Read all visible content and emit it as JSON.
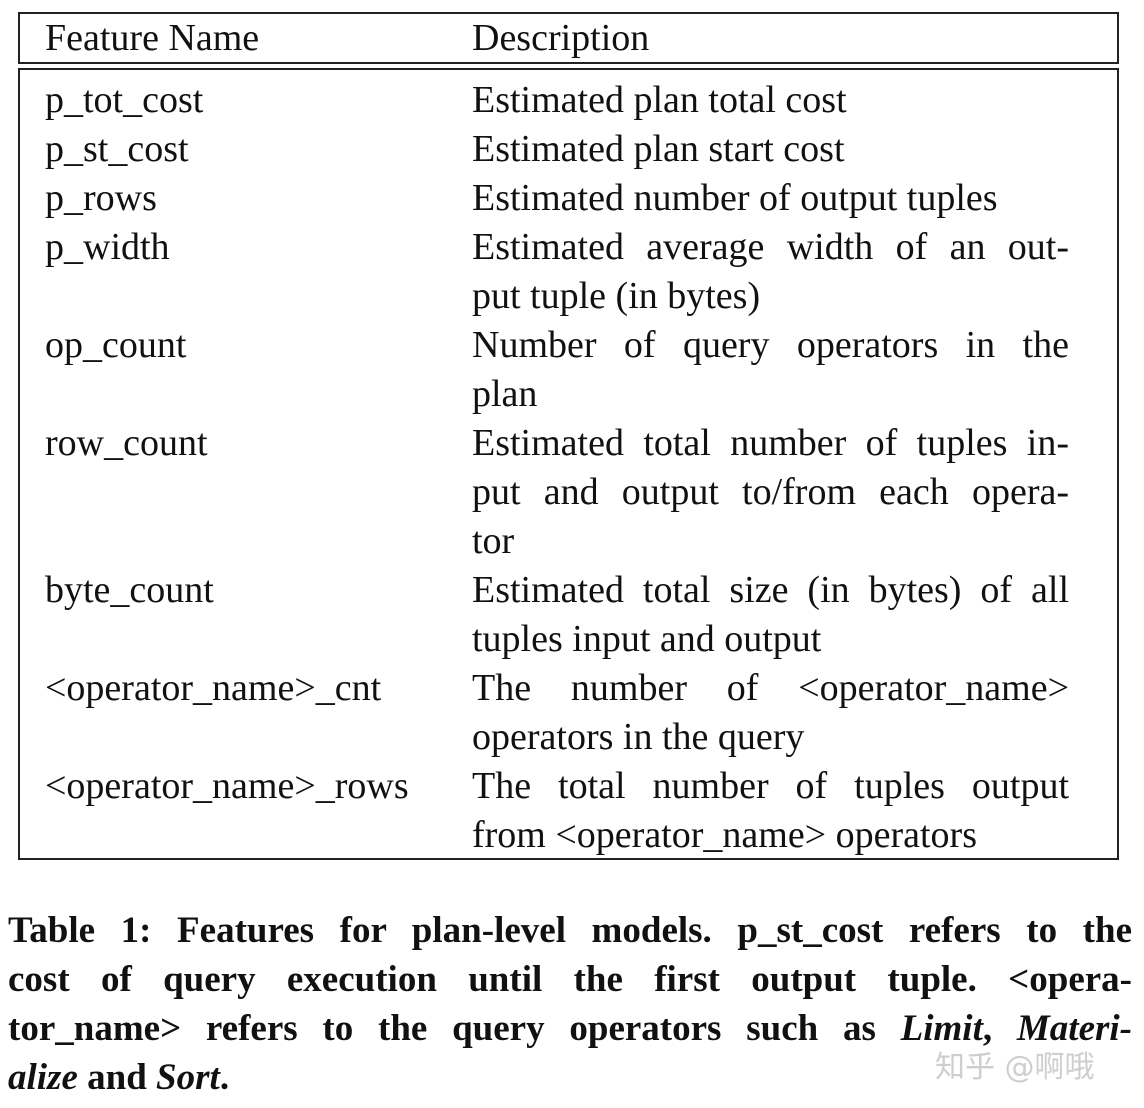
{
  "table": {
    "headers": [
      "Feature Name",
      "Description"
    ],
    "rows": [
      {
        "name": "p_tot_cost",
        "desc": [
          "Estimated plan total cost"
        ]
      },
      {
        "name": "p_st_cost",
        "desc": [
          "Estimated plan start cost"
        ]
      },
      {
        "name": "p_rows",
        "desc": [
          "Estimated number of output tuples"
        ]
      },
      {
        "name": "p_width",
        "desc": [
          "Estimated average width of an out-",
          "put tuple (in bytes)"
        ]
      },
      {
        "name": "op_count",
        "desc": [
          "Number of query operators in the",
          "plan"
        ]
      },
      {
        "name": "row_count",
        "desc": [
          "Estimated total number of tuples in-",
          "put and output to/from each opera-",
          "tor"
        ]
      },
      {
        "name": "byte_count",
        "desc": [
          "Estimated total size (in bytes) of all",
          "tuples input and output"
        ]
      },
      {
        "name": "<operator_name>_cnt",
        "desc": [
          "The number of <operator_name>",
          "operators in the query"
        ]
      },
      {
        "name": "<operator_name>_rows",
        "desc": [
          "The total number of tuples output",
          "from <operator_name> operators"
        ]
      }
    ]
  },
  "caption": {
    "line1": "Table 1: Features for plan-level models. p_st_cost refers to the",
    "line2": "cost of query execution until the first output tuple. <opera-",
    "line3_a": "tor_name> refers to the query operators such as ",
    "line3_i1": "Limit",
    "line3_b": ", ",
    "line3_i2": "Materi-",
    "line4_i1": "alize",
    "line4_b": " and ",
    "line4_i2": "Sort",
    "line4_c": "."
  },
  "watermark": "知乎 @啊哦"
}
